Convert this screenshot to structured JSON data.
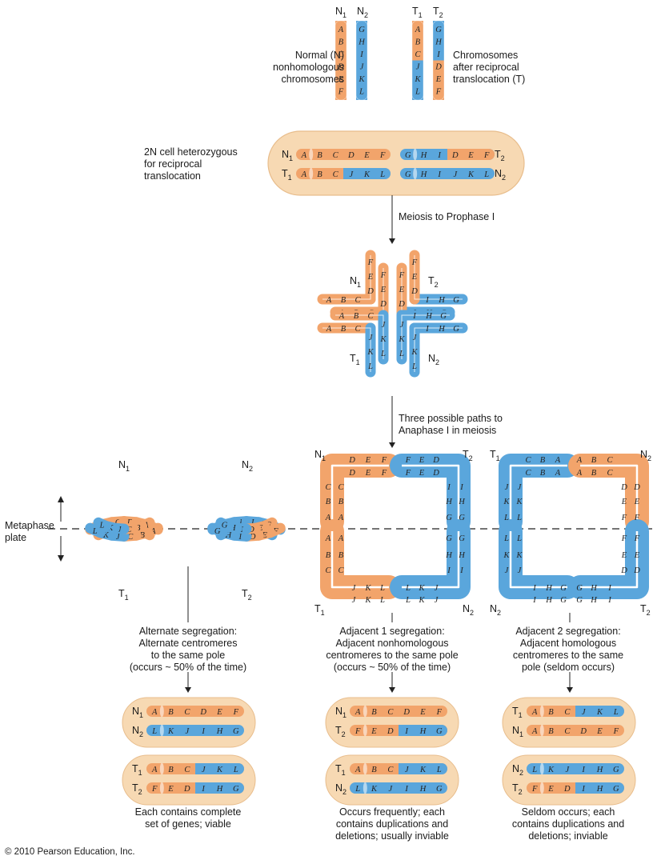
{
  "colors": {
    "normal": "#f2a46b",
    "normal_light": "#f8c9a1",
    "translocated": "#5aa6dc",
    "translocated_light": "#9fcbee",
    "cell": "#f7d9b3",
    "cell_stroke": "#e8bd8c"
  },
  "top": {
    "n_label": "N",
    "t_label": "T",
    "normal_caption": [
      "Normal (N)",
      "nonhomologous",
      "chromosomes"
    ],
    "trans_caption": [
      "Chromosomes",
      "after reciprocal",
      "translocation (T)"
    ],
    "n1_genes": [
      "A",
      "B",
      "C",
      "D",
      "E",
      "F"
    ],
    "n2_genes": [
      "G",
      "H",
      "I",
      "J",
      "K",
      "L"
    ],
    "t1_genes": [
      "A",
      "B",
      "C",
      "J",
      "K",
      "L"
    ],
    "t2_genes": [
      "G",
      "H",
      "I",
      "D",
      "E",
      "F"
    ]
  },
  "cell2n": {
    "caption": [
      "2N cell heterozygous",
      "for reciprocal",
      "translocation"
    ],
    "row1_left": "N1",
    "row1_right": "T2",
    "row2_left": "T1",
    "row2_right": "N2"
  },
  "steps": {
    "meiosis": "Meiosis to Prophase I",
    "paths": [
      "Three possible paths to",
      "Anaphase I in meiosis"
    ]
  },
  "metaphase_label": [
    "Metaphase",
    "plate"
  ],
  "segregations": [
    {
      "title": "Alternate segregation:",
      "lines": [
        "Alternate centromeres",
        "to the same pole",
        "(occurs ~ 50% of the time)"
      ],
      "outcome": [
        "Each contains complete",
        "set of genes; viable"
      ]
    },
    {
      "title": "Adjacent 1 segregation:",
      "lines": [
        "Adjacent nonhomologous",
        "centromeres to the same pole",
        "(occurs ~ 50% of the time)"
      ],
      "outcome": [
        "Occurs frequently; each",
        "contains duplications and",
        "deletions; usually inviable"
      ]
    },
    {
      "title": "Adjacent 2 segregation:",
      "lines": [
        "Adjacent homologous",
        "centromeres to the same",
        "pole (seldom occurs)"
      ],
      "outcome": [
        "Seldom occurs; each",
        "contains duplications and",
        "deletions; inviable"
      ]
    }
  ],
  "gametes": [
    [
      [
        "N1",
        "A B C D E F"
      ],
      [
        "N2",
        "L K J I H G"
      ],
      [
        "T1",
        "A B C J K L"
      ],
      [
        "T2",
        "F E D I H G"
      ]
    ],
    [
      [
        "N1",
        "A B C D E F"
      ],
      [
        "T2",
        "F E D I H G"
      ],
      [
        "T1",
        "A B C J K L"
      ],
      [
        "N2",
        "L K J I H G"
      ]
    ],
    [
      [
        "T1",
        "A B C J K L"
      ],
      [
        "N1",
        "A B C D E F"
      ],
      [
        "N2",
        "L K J I H G"
      ],
      [
        "T2",
        "F E D I H G"
      ]
    ]
  ],
  "copyright": "© 2010 Pearson Education, Inc."
}
